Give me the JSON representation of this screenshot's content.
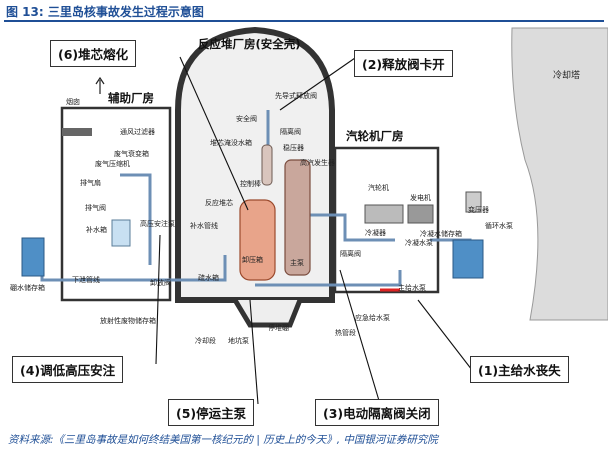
{
  "figure_title": "图 13:  三里岛核事故发生过程示意图",
  "buildings": {
    "reactor": "反应堆厂房(安全壳)",
    "auxiliary": "辅助厂房",
    "turbine": "汽轮机厂房",
    "cooling_tower": "冷却塔"
  },
  "callouts": {
    "c6": "(6)堆芯熔化",
    "c2": "(2)释放阀卡开",
    "c4": "(4)调低高压安注",
    "c1": "(1)主给水丧失",
    "c5": "(5)停运主泵",
    "c3": "(3)电动隔离阀关闭"
  },
  "labels": {
    "chimney": "烟囱",
    "vent_filter": "通风过滤器",
    "waste_gas_tank": "废气衰变箱",
    "waste_gas_compressor": "废气压缩机",
    "exhaust_fan": "排气扇",
    "exhaust_valve": "排气阀",
    "makeup_tank": "补水箱",
    "hp_injection_pump": "高压安注泵",
    "relief_valve": "卸放阀",
    "drain_tank": "疏水箱",
    "spent_water_tank": "下泄管线",
    "borated_storage": "硼水储存箱",
    "radwaste_storage": "放射性废物储存箱",
    "safety_valve": "安全阀",
    "pilot_relief_valve": "先导式释放阀",
    "isolation_valve": "隔离阀",
    "pressurizer": "稳压器",
    "reactor_core": "反应堆芯",
    "control_rod": "控制棒",
    "core_flood_tank": "堆芯淹没水箱",
    "steam_generator": "高汽发生器",
    "main_pump": "主泵",
    "makeup_line": "补水管线",
    "relief_tank": "卸压箱",
    "deborating_tank": "停堆硼",
    "containment_sump": "地坑泵",
    "turbine": "汽轮机",
    "generator": "发电机",
    "transformer": "变压器",
    "condenser": "冷凝器",
    "cond_pump": "冷凝水泵",
    "cond_storage": "冷凝水储存箱",
    "circ_pump": "循环水泵",
    "main_feed_pump": "主给水泵",
    "aux_feed_pump": "应急给水泵",
    "isol_valve_2": "隔离阀",
    "cooling_sys": "冷却段",
    "hot_leg": "热管段",
    "pump_lbl": "主泵"
  },
  "source": "资料来源:《三里岛事故是如何终结美国第一核纪元的 | 历史上的今天》, 中国银河证券研究院"
}
